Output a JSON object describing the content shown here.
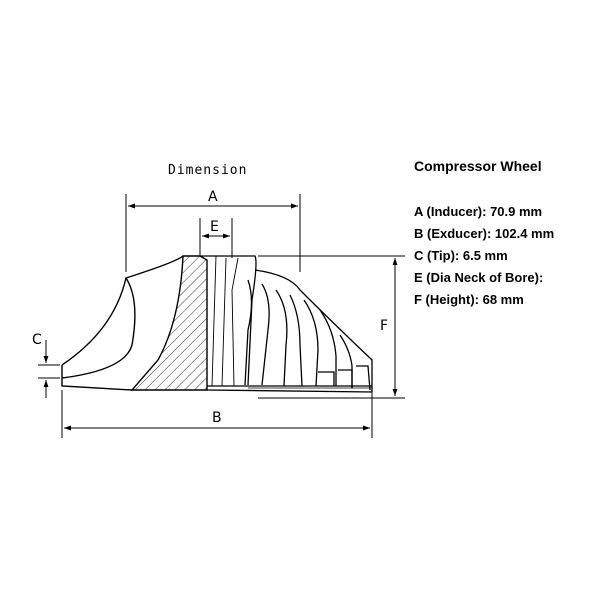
{
  "diagram": {
    "caption": "Dimension",
    "labels": {
      "a": "A",
      "b": "B",
      "c": "C",
      "e": "E",
      "f": "F"
    }
  },
  "specs": {
    "title": "Compressor Wheel",
    "lines": [
      "A (Inducer): 70.9 mm",
      "B (Exducer): 102.4 mm",
      "C (Tip): 6.5 mm",
      "E (Dia Neck of Bore):",
      "F (Height): 68 mm"
    ]
  }
}
